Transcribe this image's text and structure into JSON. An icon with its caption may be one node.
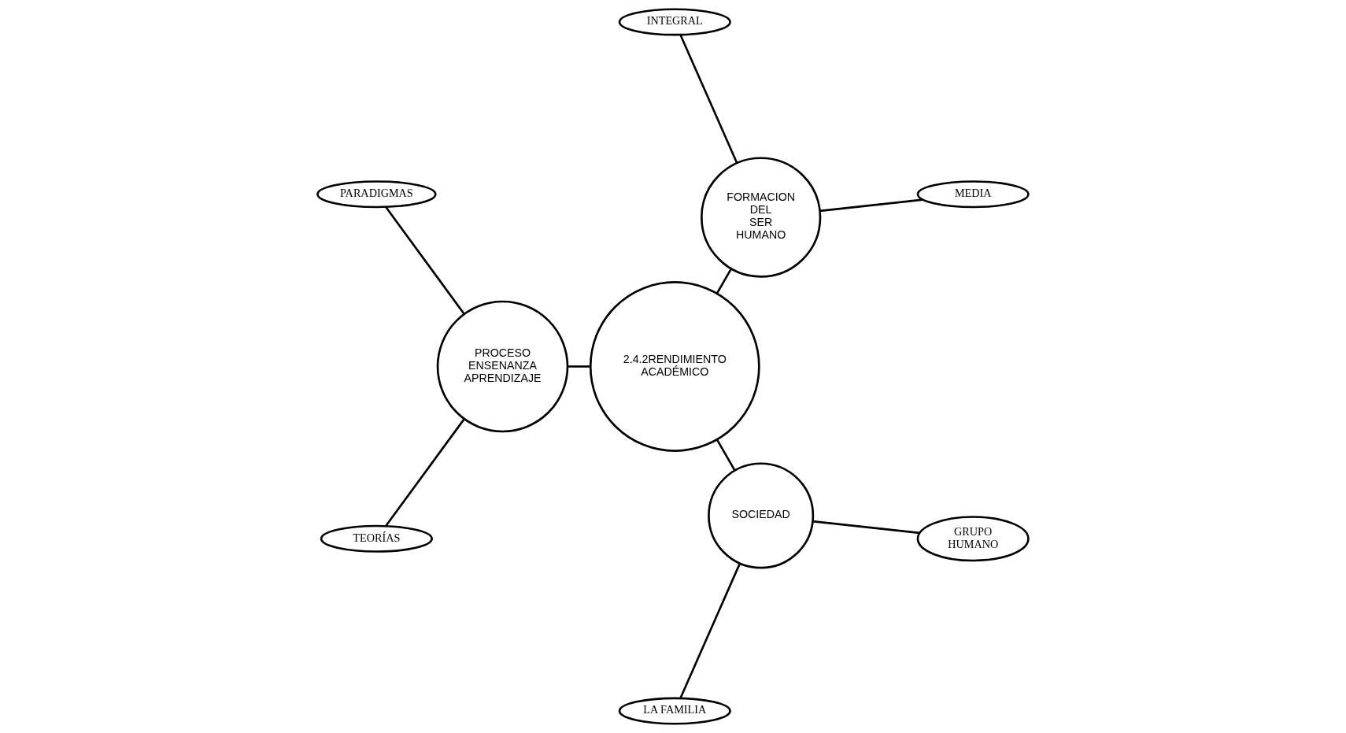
{
  "diagram": {
    "nodes": [
      {
        "text": [
          "TEORÍAS"
        ]
      },
      {
        "text": [
          "PARADIGMAS"
        ]
      },
      {
        "text": [
          "PROCESO ENSENANZA APRENDIZAJE"
        ]
      },
      {
        "text": [
          "LA FAMILIA"
        ]
      },
      {
        "text": [
          "2.4.2RENDIMIENTO ACADÉMICO"
        ]
      },
      {
        "text": [
          "INTEGRAL"
        ]
      },
      {
        "text": [
          "GRUPO HUMANO"
        ]
      },
      {
        "text": [
          "SOCIEDAD"
        ]
      },
      {
        "text": [
          "FORMACION DEL SER HUMANO"
        ]
      },
      {
        "text": [
          "MEDIA"
        ]
      }
    ],
    "edges": [
      {
        "from": 0,
        "to": 2,
        "arrow": "none"
      },
      {
        "from": 2,
        "to": 1,
        "arrow": "none"
      },
      {
        "from": 2,
        "to": 4,
        "arrow": "none"
      },
      {
        "from": 3,
        "to": 7,
        "arrow": "none"
      },
      {
        "from": 6,
        "to": 7,
        "arrow": "none"
      },
      {
        "from": 7,
        "to": 4,
        "arrow": "none"
      },
      {
        "from": 4,
        "to": 8,
        "arrow": "none"
      },
      {
        "from": 5,
        "to": 8,
        "arrow": "none"
      },
      {
        "from": 8,
        "to": 9,
        "arrow": "none"
      }
    ]
  }
}
